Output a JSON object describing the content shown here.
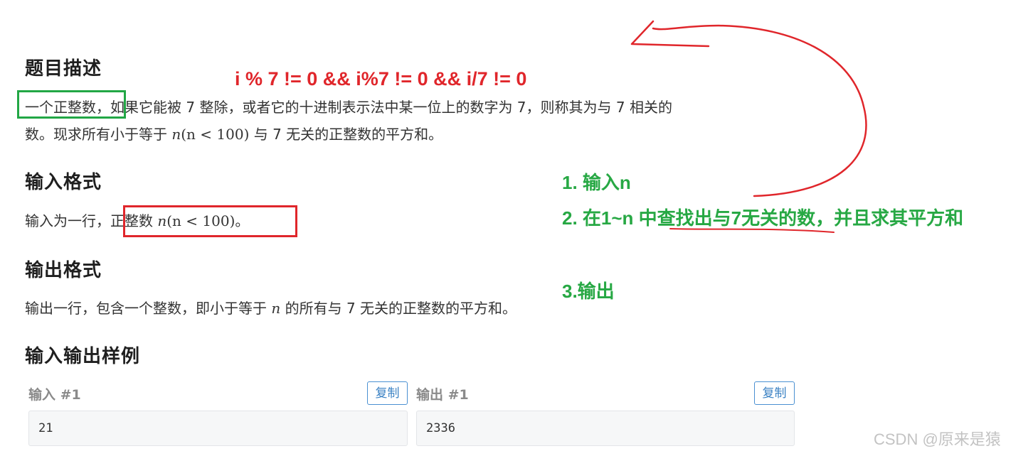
{
  "problem": {
    "description_heading": "题目描述",
    "description_line1_prefix": "一个正整数，",
    "description_line1_rest": "如果它能被 7 整除，或者它的十进制表示法中某一位上的数字为 7，则称其为与 7 相关的",
    "description_line2_pre": "数。现求所有小于等于 ",
    "description_line2_math_n": "n",
    "description_line2_math_paren": "(n < 100)",
    "description_line2_post": " 与 7 无关的正整数的平方和。",
    "input_heading": "输入格式",
    "input_pre": "输入为一行，",
    "input_boxed_text": "正整数 ",
    "input_math_n": "n",
    "input_math_paren": "(n < 100)",
    "input_post": "。",
    "output_heading": "输出格式",
    "output_pre": "输出一行，包含一个整数，即小于等于 ",
    "output_math_n": "n",
    "output_post": " 的所有与 7 无关的正整数的平方和。",
    "samples_heading": "输入输出样例",
    "sample_input_label": "输入 #1",
    "sample_output_label": "输出 #1",
    "copy_label": "复制",
    "sample_input_value": "21",
    "sample_output_value": "2336"
  },
  "annotations": {
    "condition": "i % 7 != 0 && i%7 != 0 && i/7 != 0",
    "step1": "1. 输入n",
    "step2": "2. 在1~n 中查找出与7无关的数，并且求其平方和",
    "step3": "3.输出"
  },
  "watermark": "CSDN @原来是猿",
  "colors": {
    "annotation_red": "#e0262b",
    "annotation_green": "#27a844",
    "copy_button": "#3b82c4"
  }
}
